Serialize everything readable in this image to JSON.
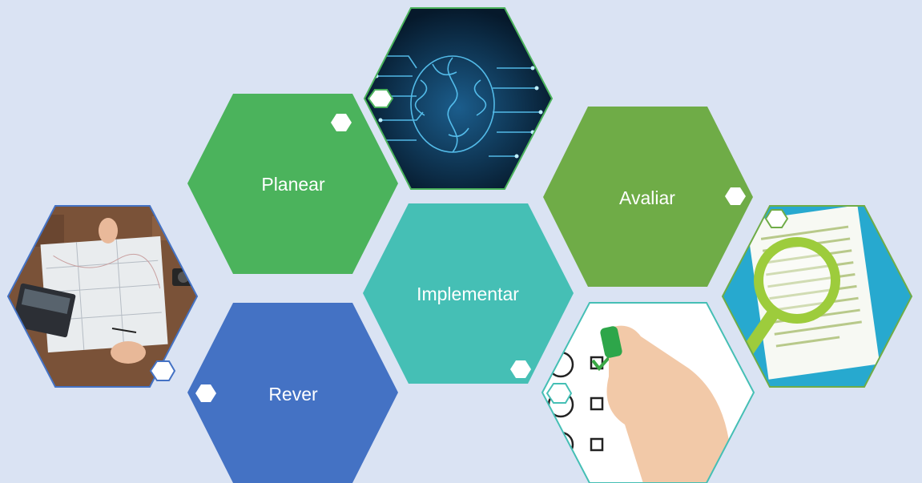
{
  "hexagons": {
    "planear": {
      "label": "Planear",
      "color": "#4bb35c"
    },
    "implementar": {
      "label": "Implementar",
      "color": "#45bfb5"
    },
    "avaliar": {
      "label": "Avaliar",
      "color": "#6fac47"
    },
    "rever": {
      "label": "Rever",
      "color": "#4472c4"
    }
  },
  "images": {
    "brain": {
      "icon": "circuit-brain",
      "frame_color": "#4bb35c"
    },
    "map": {
      "icon": "map-planning",
      "frame_color": "#4472c4"
    },
    "checklist": {
      "icon": "checklist-hand",
      "frame_color": "#45bfb5"
    },
    "document": {
      "icon": "document-magnifier",
      "frame_color": "#6fac47"
    }
  }
}
